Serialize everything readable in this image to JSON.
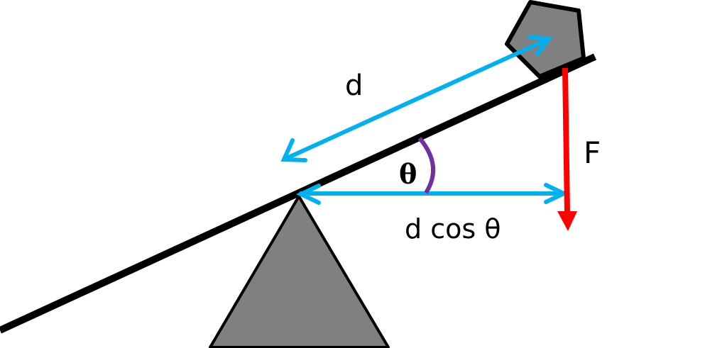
{
  "labels": {
    "distance": "d",
    "force": "F",
    "angle": "θ",
    "moment_arm": "d cos θ"
  },
  "colors": {
    "lever": "#000000",
    "fulcrum": "#808080",
    "load": "#808080",
    "distance_arrow": "#00b0f0",
    "force_arrow": "#ff0000",
    "angle_arc": "#7030a0"
  }
}
